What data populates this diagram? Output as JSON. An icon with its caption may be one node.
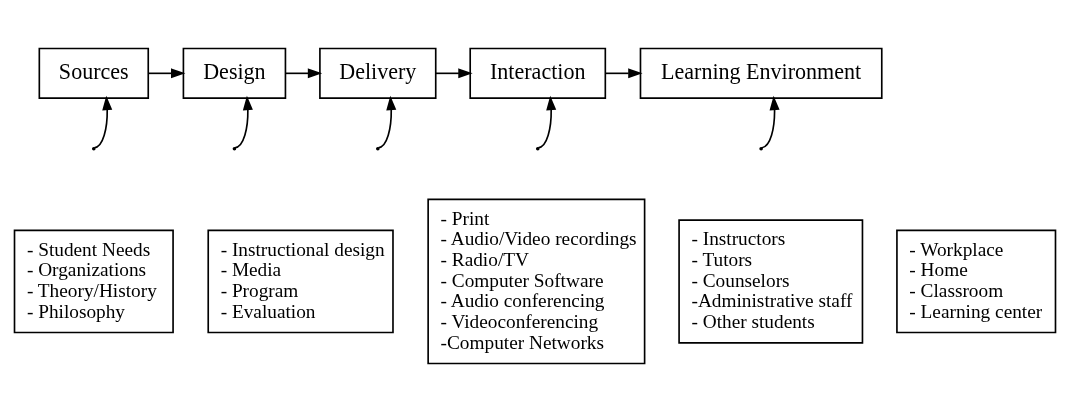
{
  "diagram": {
    "nodes": [
      {
        "text": [
          "Sources"
        ]
      },
      {
        "text": [
          "Design"
        ]
      },
      {
        "text": [
          "Delivery"
        ]
      },
      {
        "text": [
          "Interaction"
        ]
      },
      {
        "text": [
          "Learning Environment"
        ]
      },
      {
        "text": [
          "- Student Needs",
          "- Organizations",
          "- Theory/History",
          "- Philosophy"
        ]
      },
      {
        "text": [
          "- Instructional design",
          "- Media",
          "- Program",
          "- Evaluation"
        ]
      },
      {
        "text": [
          "- Print",
          "- Audio/Video recordings",
          "- Radio/TV",
          "- Computer Software",
          "- Audio conferencing",
          "- Videoconferencing",
          "-Computer Networks"
        ]
      },
      {
        "text": [
          "- Instructors",
          "- Tutors",
          "- Counselors",
          "-Administrative staff",
          "- Other students"
        ]
      },
      {
        "text": [
          "- Workplace",
          "- Home",
          "- Classroom",
          "- Learning center"
        ]
      }
    ],
    "edges": [
      {
        "from": 0,
        "to": 1,
        "arrow": "to"
      },
      {
        "from": 1,
        "to": 2,
        "arrow": "to"
      },
      {
        "from": 2,
        "to": 3,
        "arrow": "to"
      },
      {
        "from": 3,
        "to": 4,
        "arrow": "to"
      },
      {
        "from": null,
        "to": 0,
        "arrow": "to"
      },
      {
        "from": null,
        "to": 1,
        "arrow": "to"
      },
      {
        "from": null,
        "to": 2,
        "arrow": "to"
      },
      {
        "from": null,
        "to": 3,
        "arrow": "to"
      },
      {
        "from": null,
        "to": 4,
        "arrow": "to"
      }
    ]
  }
}
